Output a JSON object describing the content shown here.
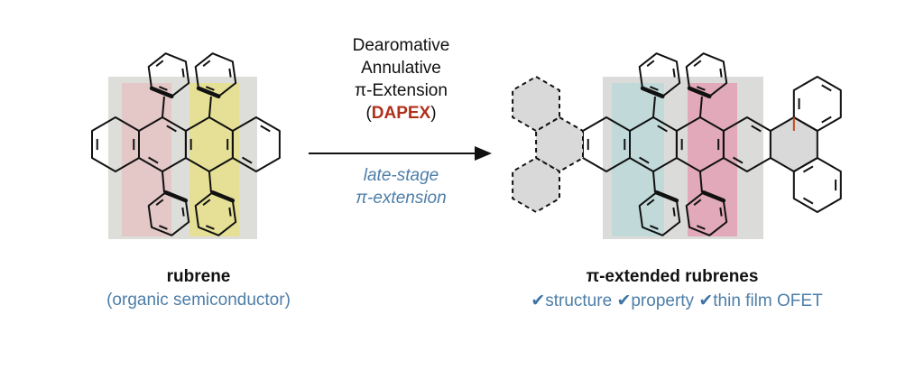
{
  "arrow": {
    "above_lines": [
      "Dearomative",
      "Annulative",
      "π-Extension"
    ],
    "abbr_open": "(",
    "abbr": "DAPEX",
    "abbr_close": ")",
    "below_lines": [
      "late-stage",
      "π-extension"
    ]
  },
  "left_molecule": {
    "name": "rubrene",
    "caption": "(organic semiconductor)"
  },
  "right_molecule": {
    "name": "π-extended rubrenes",
    "checks": [
      {
        "mark": "✔",
        "text": "structure"
      },
      {
        "mark": "✔",
        "text": "property"
      },
      {
        "mark": "✔",
        "text": "thin film OFET"
      }
    ]
  },
  "colors": {
    "text": "#111111",
    "caption_blue": "#4d7ea8",
    "check_blue": "#3f73a6",
    "dapex_red": "#b0301c",
    "new_bond_red": "#c8471e",
    "ring_fill": "#d9d9d9"
  }
}
